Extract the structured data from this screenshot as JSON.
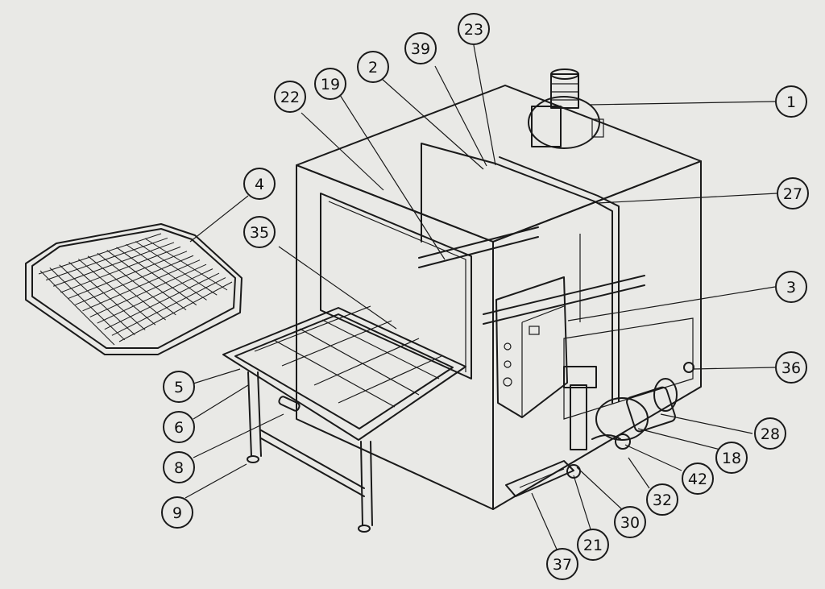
{
  "colors": {
    "paper": "#e9e9e6",
    "ink": "#1a1a1a",
    "panel": "#f1f1ee"
  },
  "callouts": [
    {
      "label": "1"
    },
    {
      "label": "2"
    },
    {
      "label": "3"
    },
    {
      "label": "4"
    },
    {
      "label": "5"
    },
    {
      "label": "6"
    },
    {
      "label": "8"
    },
    {
      "label": "9"
    },
    {
      "label": "18"
    },
    {
      "label": "19"
    },
    {
      "label": "21"
    },
    {
      "label": "22"
    },
    {
      "label": "23"
    },
    {
      "label": "27"
    },
    {
      "label": "28"
    },
    {
      "label": "30"
    },
    {
      "label": "32"
    },
    {
      "label": "35"
    },
    {
      "label": "36"
    },
    {
      "label": "37"
    },
    {
      "label": "39"
    },
    {
      "label": "42"
    }
  ]
}
